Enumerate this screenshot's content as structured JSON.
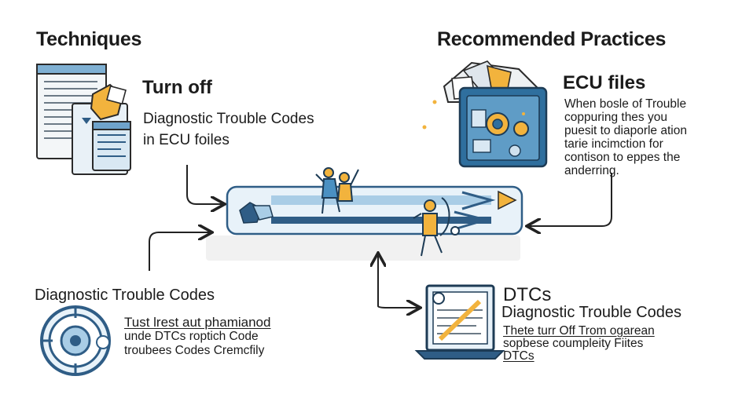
{
  "sections": {
    "techniques": {
      "heading": "Techniques",
      "title": "Turn off",
      "line1": "Diagnostic Trouble Codes",
      "line2": "in ECU foiles",
      "icon": "documents-icon"
    },
    "recommended": {
      "heading": "Recommended Practices",
      "title": "ECU files",
      "lines": [
        "When bosle of Trouble",
        "coppuring thes you",
        "puesit to diaporle ation",
        "tarie incimction for",
        "contison to eppes the",
        "anderring."
      ],
      "icon": "ecu-box-icon"
    },
    "dtc_left": {
      "heading": "Diagnostic Trouble Codes",
      "lines": [
        "Tust lrest aut phamianod",
        "unde DTCs roptich Code",
        "troubees Codes Cremcfily"
      ],
      "icon": "dial-icon"
    },
    "dtcs": {
      "title": "DTCs",
      "subtitle": "Diagnostic Trouble Codes",
      "lines": [
        "Thete turr Off Trom ogarean",
        "sopbese coumpleity Fiites",
        "DTCs"
      ],
      "icon": "laptop-icon"
    }
  },
  "colors": {
    "accent_blue": "#2f5d86",
    "light_blue": "#bcd7ea",
    "orange": "#f2b33d",
    "text": "#1b1b1b"
  }
}
